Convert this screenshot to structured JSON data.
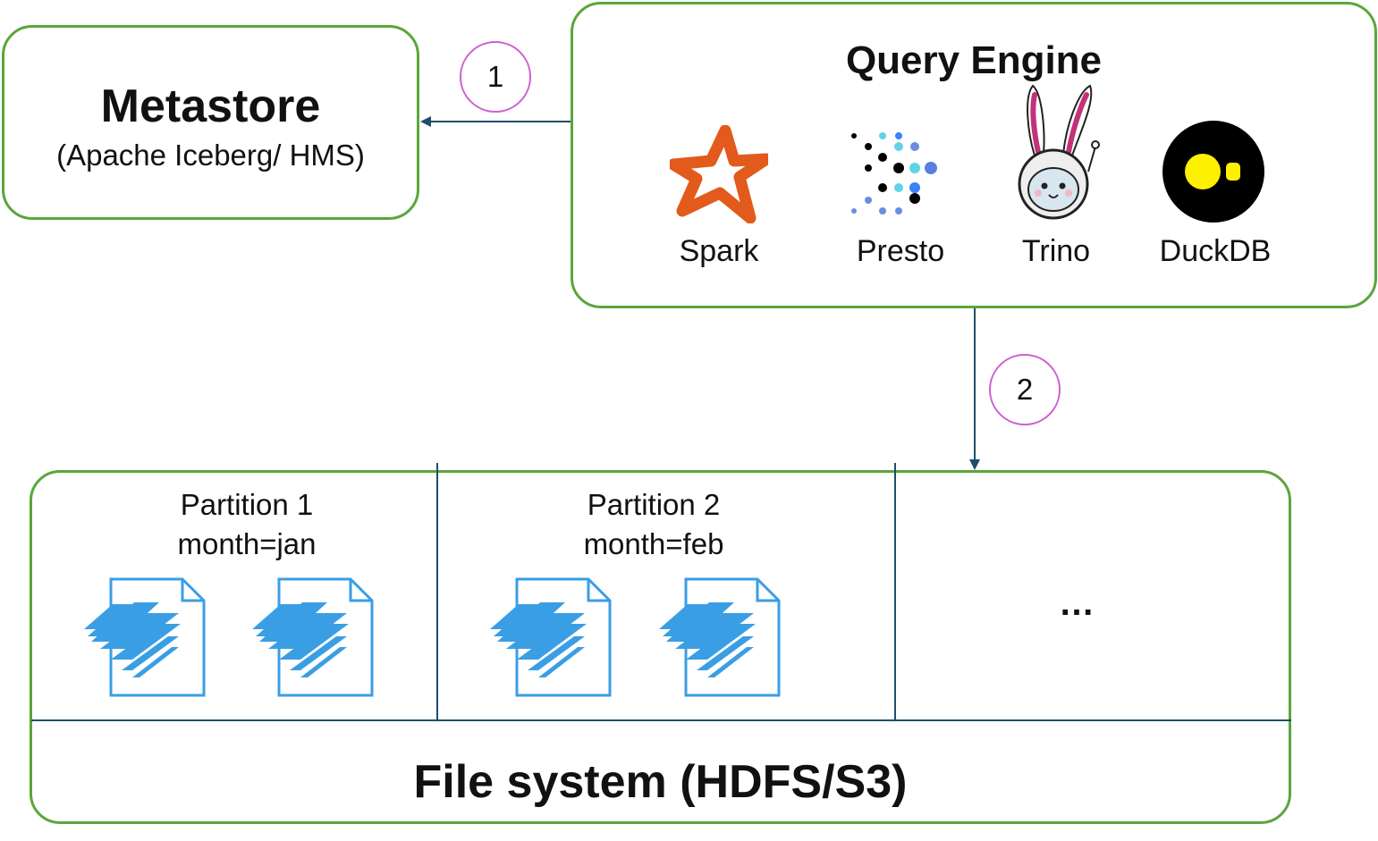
{
  "metastore": {
    "title": "Metastore",
    "subtitle": "(Apache Iceberg/ HMS)"
  },
  "query_engine": {
    "title": "Query Engine",
    "engines": [
      {
        "name": "Spark",
        "icon": "spark-star-icon"
      },
      {
        "name": "Presto",
        "icon": "presto-dots-icon"
      },
      {
        "name": "Trino",
        "icon": "trino-bunny-icon"
      },
      {
        "name": "DuckDB",
        "icon": "duckdb-logo-icon"
      }
    ]
  },
  "steps": {
    "step1": "1",
    "step2": "2"
  },
  "filesystem": {
    "title": "File system (HDFS/S3)",
    "partitions": [
      {
        "name": "Partition 1",
        "key": "month=jan",
        "files": [
          "parquet-file-icon",
          "parquet-file-icon"
        ]
      },
      {
        "name": "Partition 2",
        "key": "month=feb",
        "files": [
          "parquet-file-icon",
          "parquet-file-icon"
        ]
      }
    ],
    "more": "…"
  },
  "colors": {
    "box_border": "#5aa63c",
    "connector": "#1f4e6a",
    "step_circle": "#d05fd0",
    "spark": "#e25a1c",
    "file_blue": "#3a9ee4",
    "duckdb_yellow": "#fff000"
  }
}
